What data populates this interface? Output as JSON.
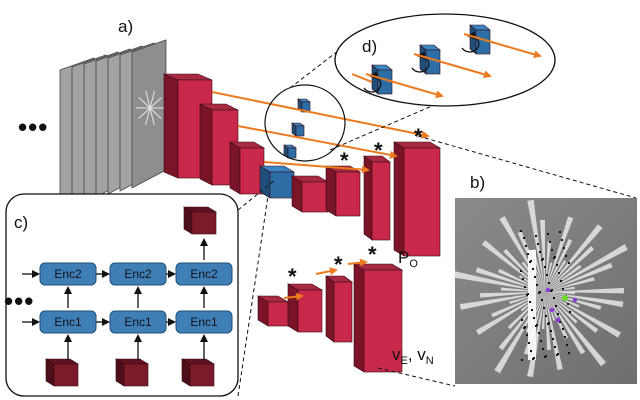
{
  "panel_labels": {
    "a": "a)",
    "b": "b)",
    "c": "c)",
    "d": "d)"
  },
  "output_labels": {
    "occupancy": "P",
    "occupancy_sub": "O",
    "velocity_e": "v",
    "velocity_e_sub": "E",
    "separator": ", ",
    "velocity_n": "v",
    "velocity_n_sub": "N"
  },
  "ellipsis": "•••",
  "skip_marker": "*",
  "encoder": {
    "enc1": "Enc1",
    "enc2": "Enc2"
  },
  "colors": {
    "block_front": "#c8294a",
    "block_side": "#7a1428",
    "block_top": "#a82a42",
    "blue_front": "#2c6ea5",
    "blue_side": "#1d4f7a",
    "arrow": "#ec7a1e",
    "enc_fill": "#3f7fb5",
    "enc_stroke": "#1f4f7a",
    "small_cube": "#7a1a2a",
    "frame": "#9a9a9a",
    "grid_bg": "#7d7d7d"
  },
  "icons": [
    "frame-stack",
    "encoder-block",
    "rotation-arrow-icon",
    "occupancy-grid-image"
  ]
}
